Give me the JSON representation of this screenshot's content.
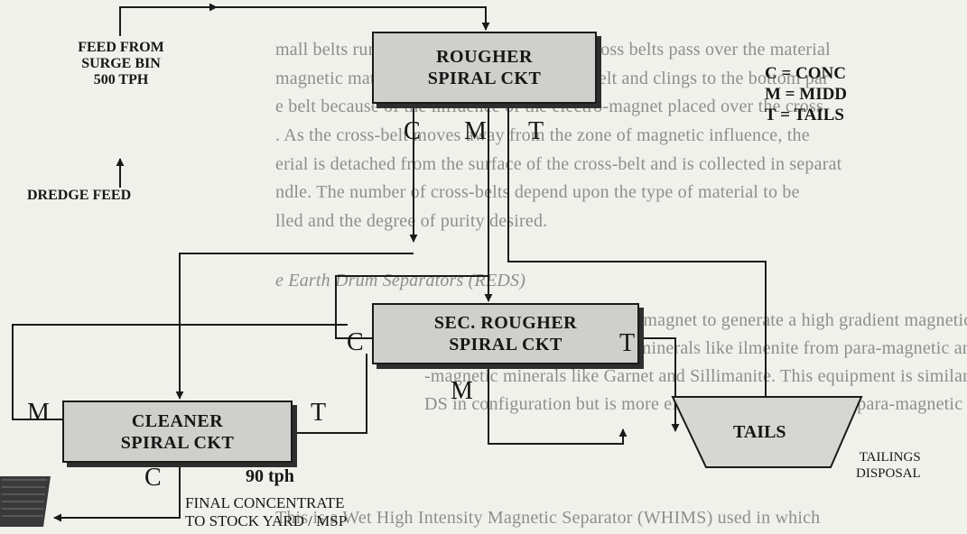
{
  "background_text": [
    "mall belts run across the main belt, as the cross belts pass over the material",
    "magnetic material is attracted to the cross-belt and clings to the bottom par",
    "e belt because of the influence of the electro-magnet placed over the cross",
    ". As the cross-belt moves away from the zone of magnetic influence, the",
    "erial is detached from the surface of the cross-belt and is collected in separat",
    "ndle. The number of cross-belts depend upon the type of material to be",
    "lled and the degree of purity desired.",
    "e Earth Drum Separators (REDS)",
    "t has a permanent Rare Earth magnet to generate a high gradient magnetic",
    "d to separate ferro-magnetic minerals like ilmenite from para-magnetic and",
    "-magnetic minerals like Garnet and Sillimanite. This equipment is similar to",
    "DS in configuration but is more efficient in separating the para-magnetic",
    "This is a Wet High Intensity Magnetic Separator (WHIMS) used in which"
  ],
  "feed": {
    "from_surge_bin": [
      "FEED FROM",
      "SURGE BIN",
      "500 TPH"
    ],
    "dredge_feed": "DREDGE FEED"
  },
  "boxes": {
    "rougher": [
      "ROUGHER",
      "SPIRAL CKT"
    ],
    "sec_rougher": [
      "SEC. ROUGHER",
      "SPIRAL CKT"
    ],
    "cleaner": [
      "CLEANER",
      "SPIRAL CKT"
    ],
    "tails": "TAILS"
  },
  "legend": [
    "C = CONC",
    "M = MIDD",
    "T = TAILS"
  ],
  "stream_labels": {
    "rougher": [
      "C",
      "M",
      "T"
    ],
    "sec_rougher": [
      "C",
      "T",
      "M"
    ],
    "cleaner_m": "M",
    "cleaner_t": "T",
    "cleaner_c": "C"
  },
  "rate": "90 tph",
  "final": [
    "FINAL CONCENTRATE",
    "TO STOCK YARD / MSP"
  ],
  "tailings": [
    "TAILINGS",
    "DISPOSAL"
  ],
  "colors": {
    "box_fill": "#cfcfcb",
    "line": "#1a1a1a",
    "page": "#f1f1ec",
    "faded_text": "#8e8e8a"
  }
}
